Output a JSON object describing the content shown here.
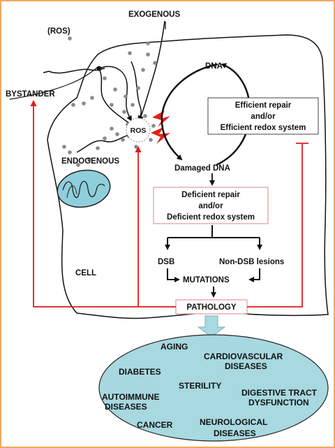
{
  "labels": {
    "ros_outside": "(ROS)",
    "exogenous": "EXOGENOUS",
    "bystander": "BYSTANDER",
    "endogenous": "ENDOGENOUS",
    "ros_center": "ROS",
    "dna": "DNA",
    "damaged_dna": "Damaged DNA",
    "cell": "CELL",
    "dsb": "DSB",
    "non_dsb": "Non-DSB lesions",
    "mutations": "MUTATIONS",
    "pathology": "PATHOLOGY"
  },
  "efficient_box": {
    "line1": "Efficient repair",
    "line2": "and/or",
    "line3": "Efficient redox system"
  },
  "deficient_box": {
    "line1": "Deficient repair",
    "line2": "and/or",
    "line3": "Deficient redox system"
  },
  "diseases": {
    "aging": "AGING",
    "cardio_1": "CARDIOVASCULAR",
    "cardio_2": "DISEASES",
    "diabetes": "DIABETES",
    "sterility": "STERILITY",
    "digestive_1": "DIGESTIVE TRACT",
    "digestive_2": "DYSFUNCTION",
    "autoimmune_1": "AUTOIMMUNE",
    "autoimmune_2": "DISEASES",
    "cancer": "CANCER",
    "neuro_1": "NEUROLOGICAL",
    "neuro_2": "DISEASES"
  },
  "colors": {
    "frame": "#f2a85c",
    "inhibit_red": "#e01b1b",
    "ellipse_fill": "#a8d8e0",
    "mito_fill": "#8fcfdc",
    "lightning": "#e0201a",
    "dot": "#8a8a8a"
  }
}
